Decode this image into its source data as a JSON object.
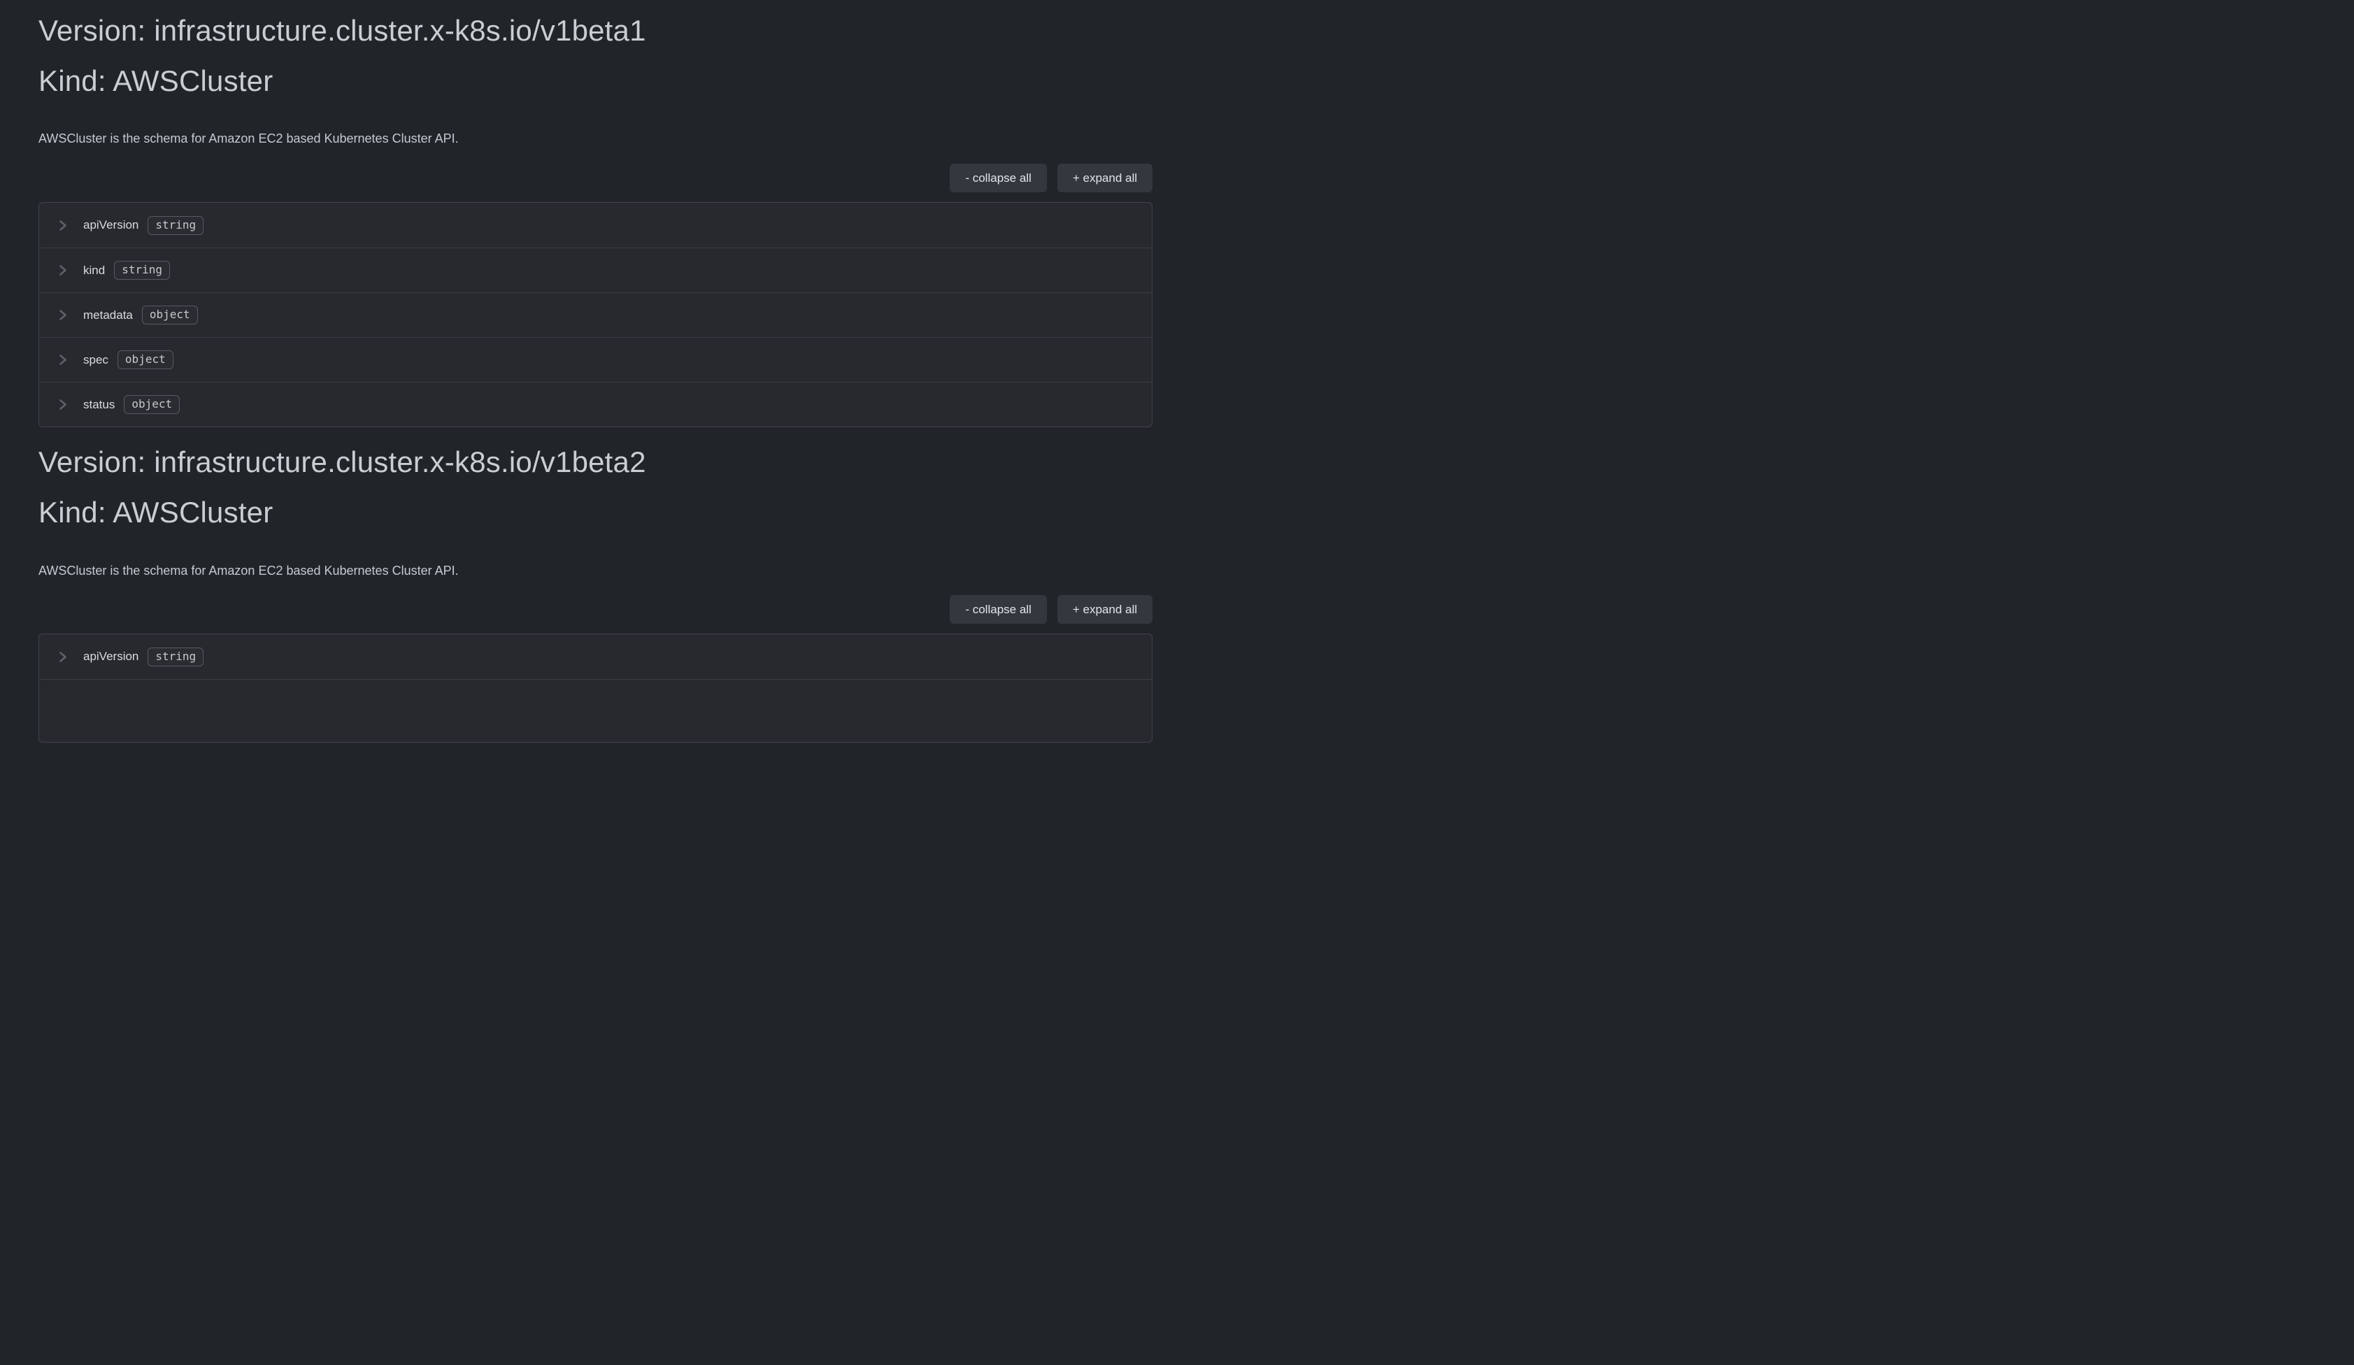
{
  "sections": [
    {
      "version_heading": "Version: infrastructure.cluster.x-k8s.io/v1beta1",
      "kind_heading": "Kind: AWSCluster",
      "description": "AWSCluster is the schema for Amazon EC2 based Kubernetes Cluster API.",
      "collapse_all_label": "- collapse all",
      "expand_all_label": "+ expand all",
      "properties": [
        {
          "name": "apiVersion",
          "type": "string"
        },
        {
          "name": "kind",
          "type": "string"
        },
        {
          "name": "metadata",
          "type": "object"
        },
        {
          "name": "spec",
          "type": "object"
        },
        {
          "name": "status",
          "type": "object"
        }
      ]
    },
    {
      "version_heading": "Version: infrastructure.cluster.x-k8s.io/v1beta2",
      "kind_heading": "Kind: AWSCluster",
      "description": "AWSCluster is the schema for Amazon EC2 based Kubernetes Cluster API.",
      "collapse_all_label": "- collapse all",
      "expand_all_label": "+ expand all",
      "properties": [
        {
          "name": "apiVersion",
          "type": "string"
        }
      ]
    }
  ],
  "colors": {
    "page_background": "#212429",
    "panel_background": "#27292e",
    "panel_border": "#3f434a",
    "row_divider": "#393c42",
    "button_background": "#34373d",
    "button_text": "#e2e5e8",
    "heading_text": "#c9ced3",
    "description_text": "#c6cad0",
    "property_text": "#d9dcdf",
    "badge_text": "#c5c9cd",
    "badge_border": "#565a61",
    "chevron": "#5d6167"
  }
}
